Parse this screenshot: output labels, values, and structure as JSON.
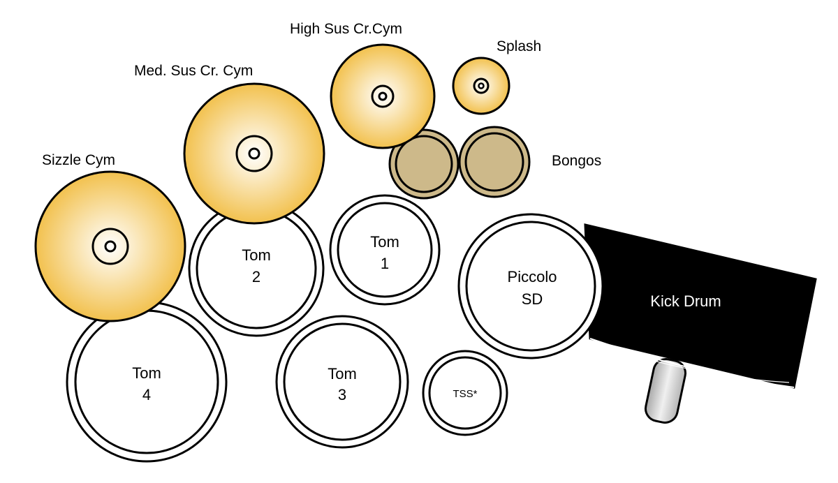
{
  "labels": {
    "high_sus": "High Sus Cr.Cym",
    "splash": "Splash",
    "med_sus": "Med. Sus Cr. Cym",
    "sizzle": "Sizzle Cym",
    "bongos": "Bongos"
  },
  "drums": {
    "tom1": [
      "Tom",
      "1"
    ],
    "tom2": [
      "Tom",
      "2"
    ],
    "tom3": [
      "Tom",
      "3"
    ],
    "tom4": [
      "Tom",
      "4"
    ],
    "piccolo": [
      "Piccolo",
      "SD"
    ],
    "tss": "TSS*",
    "kick": "Kick Drum"
  },
  "colors": {
    "cymbal_center": "#ffffff",
    "cymbal_edge": "#f2c14e",
    "bongo_fill": "#cdb98a",
    "drum_fill": "#ffffff",
    "kick_fill": "#000000",
    "stand": "#cfcfcf"
  }
}
